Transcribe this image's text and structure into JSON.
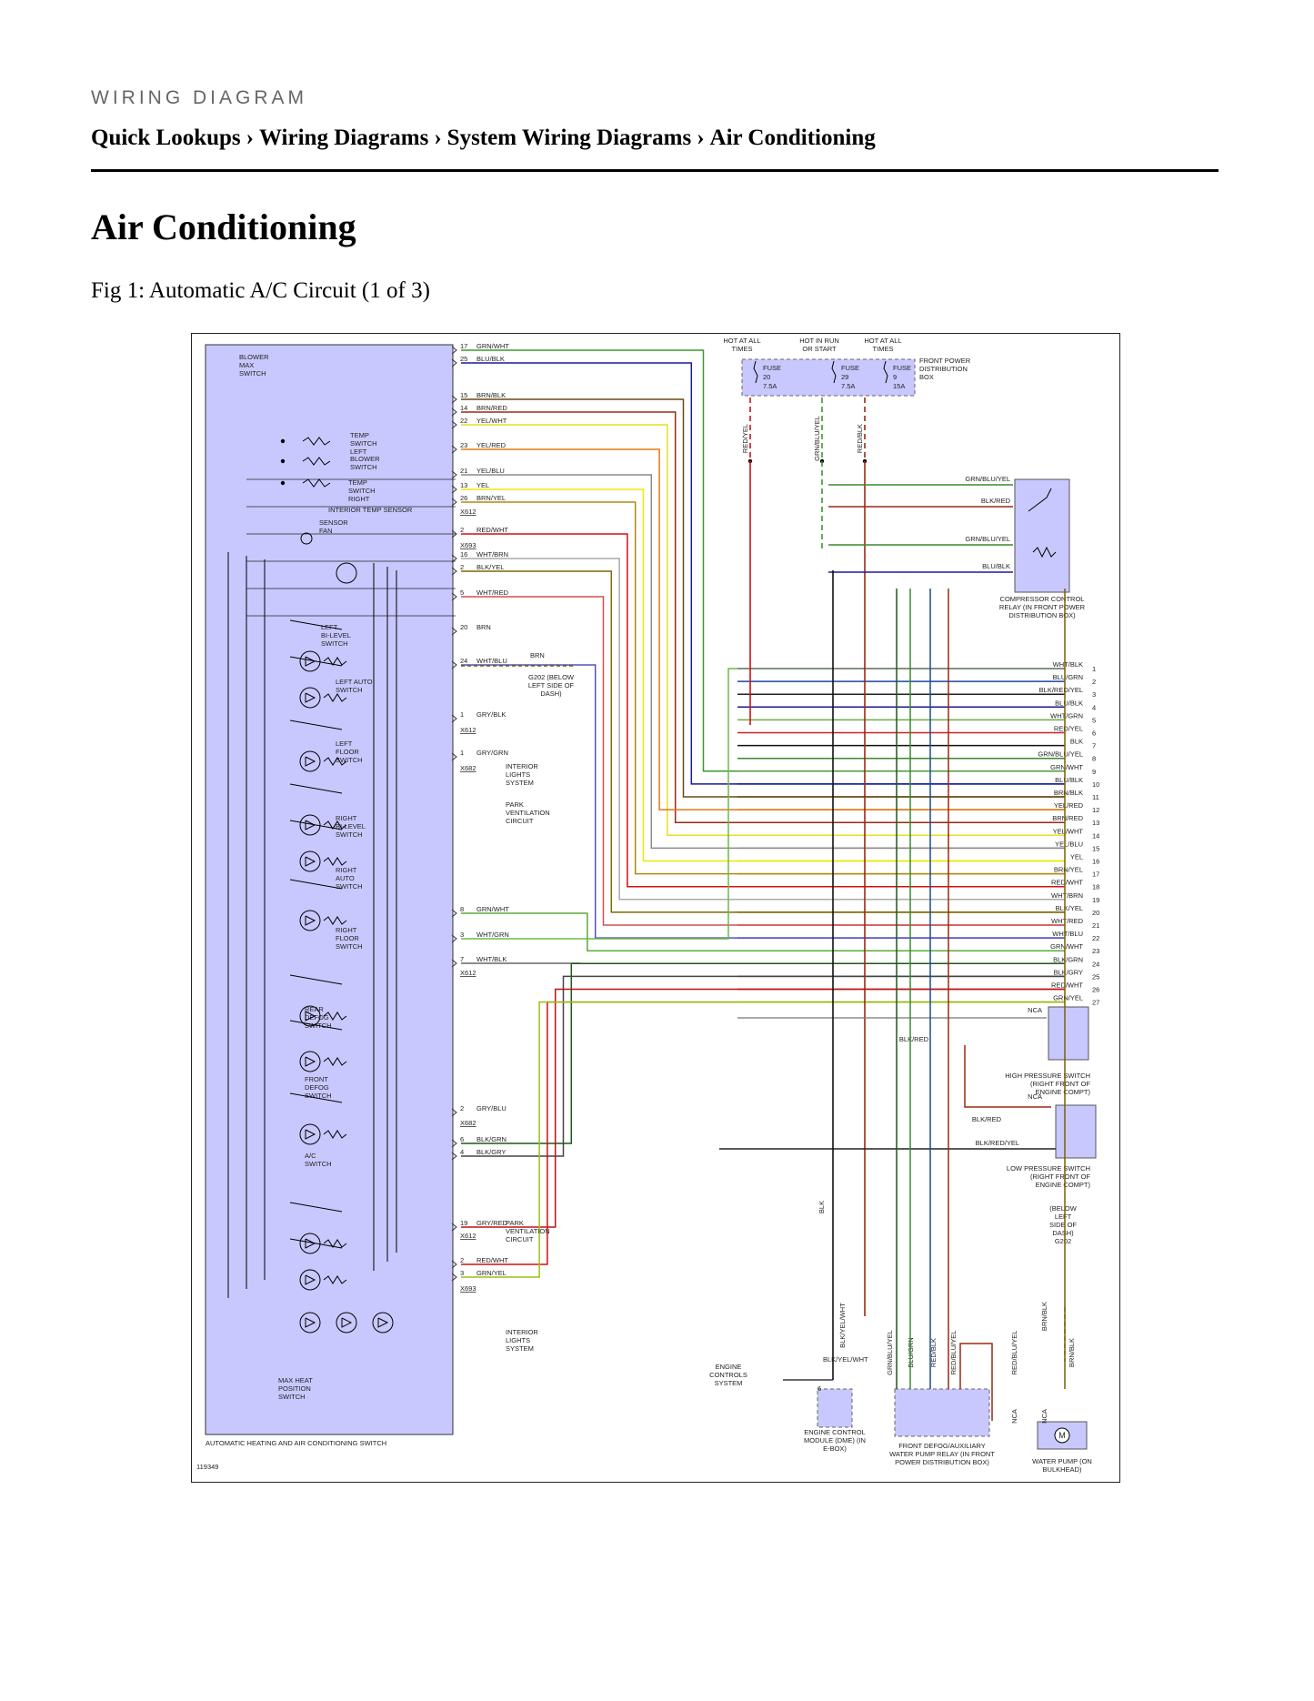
{
  "header": {
    "eyebrow": "WIRING DIAGRAM",
    "breadcrumb": [
      "Quick Lookups",
      "Wiring Diagrams",
      "System Wiring Diagrams",
      "Air Conditioning"
    ],
    "separator": "›"
  },
  "page_title": "Air Conditioning",
  "figure_caption": "Fig 1: Automatic A/C Circuit (1 of 3)",
  "diagram": {
    "panel_fill": "#c8c8ff",
    "figure_id": "119349",
    "module_label": "AUTOMATIC HEATING AND AIR CONDITIONING SWITCH",
    "switch_labels": [
      "BLOWER MAX SWITCH",
      "TEMP SWITCH LEFT",
      "BLOWER SWITCH",
      "TEMP SWITCH RIGHT",
      "INTERIOR TEMP SENSOR",
      "SENSOR FAN",
      "LEFT BI-LEVEL SWITCH",
      "LEFT AUTO SWITCH",
      "LEFT FLOOR SWITCH",
      "RIGHT BI-LEVEL SWITCH",
      "RIGHT AUTO SWITCH",
      "RIGHT FLOOR SWITCH",
      "REAR DEFOG SWITCH",
      "FRONT DEFOG SWITCH",
      "A/C SWITCH",
      "MAX HEAT POSITION SWITCH"
    ],
    "left_pins": [
      {
        "pin": "17",
        "wire": "GRN/WHT",
        "color": "#3a9a2a"
      },
      {
        "pin": "25",
        "wire": "BLU/BLK",
        "color": "#1a1a9a"
      },
      {
        "pin": "15",
        "wire": "BRN/BLK",
        "color": "#6b4a10"
      },
      {
        "pin": "14",
        "wire": "BRN/RED",
        "color": "#9a2a10"
      },
      {
        "pin": "22",
        "wire": "YEL/WHT",
        "color": "#e6e020"
      },
      {
        "pin": "23",
        "wire": "YEL/RED",
        "color": "#e07a10"
      },
      {
        "pin": "21",
        "wire": "YEL/BLU",
        "color": "#8a8a8a"
      },
      {
        "pin": "13",
        "wire": "YEL",
        "color": "#f0e800"
      },
      {
        "pin": "26",
        "wire": "BRN/YEL",
        "color": "#b08a10"
      },
      {
        "pin": "2",
        "wire": "RED/WHT",
        "color": "#d01010"
      },
      {
        "pin": "16",
        "wire": "WHT/BRN",
        "color": "#aaaaaa"
      },
      {
        "pin": "2",
        "wire": "BLK/YEL",
        "color": "#7a6a00"
      },
      {
        "pin": "5",
        "wire": "WHT/RED",
        "color": "#d05050"
      },
      {
        "pin": "20",
        "wire": "BRN",
        "color": "#7a6000"
      },
      {
        "pin": "24",
        "wire": "WHT/BLU",
        "color": "#5050c0"
      },
      {
        "pin": "1",
        "wire": "GRY/BLK",
        "color": "#333333"
      },
      {
        "pin": "1",
        "wire": "GRY/GRN",
        "color": "#3a7a2a"
      },
      {
        "pin": "8",
        "wire": "GRN/WHT",
        "color": "#5aaa3a"
      },
      {
        "pin": "3",
        "wire": "WHT/GRN",
        "color": "#6aba4a"
      },
      {
        "pin": "7",
        "wire": "WHT/BLK",
        "color": "#666666"
      },
      {
        "pin": "2",
        "wire": "GRY/BLU",
        "color": "#2a2a9a"
      },
      {
        "pin": "6",
        "wire": "BLK/GRN",
        "color": "#1a5a1a"
      },
      {
        "pin": "4",
        "wire": "BLK/GRY",
        "color": "#444444"
      },
      {
        "pin": "19",
        "wire": "GRY/RED",
        "color": "#c01010"
      },
      {
        "pin": "2",
        "wire": "RED/WHT",
        "color": "#d01010"
      },
      {
        "pin": "3",
        "wire": "GRN/YEL",
        "color": "#9ac010"
      }
    ],
    "connectors": [
      "X612",
      "X693",
      "X612",
      "X682",
      "X612",
      "X682",
      "X612",
      "X693"
    ],
    "ground_label": "G202 (BELOW LEFT SIDE OF DASH)",
    "circuit_refs": [
      "INTERIOR LIGHTS SYSTEM",
      "PARK VENTILATION CIRCUIT",
      "PARK VENTILATION CIRCUIT",
      "INTERIOR LIGHTS SYSTEM"
    ],
    "fuse_labels": [
      "HOT AT ALL TIMES",
      "HOT IN RUN OR START",
      "HOT AT ALL TIMES"
    ],
    "fuses": [
      {
        "name": "FUSE",
        "number": "20",
        "rating": "7.5A"
      },
      {
        "name": "FUSE",
        "number": "29",
        "rating": "7.5A"
      },
      {
        "name": "FUSE",
        "number": "9",
        "rating": "15A"
      }
    ],
    "fuse_wires": [
      "RED/YEL",
      "GRN/BLU/YEL",
      "RED/BLK"
    ],
    "power_box_label": "FRONT POWER DISTRIBUTION BOX",
    "relay_wires": [
      "GRN/BLU/YEL",
      "BLK/RED",
      "GRN/BLU/YEL",
      "BLU/BLK"
    ],
    "relay_label": "COMPRESSOR CONTROL RELAY (IN FRONT POWER DISTRIBUTION BOX)",
    "right_pins": [
      {
        "n": "1",
        "wire": "WHT/BLK",
        "color": "#777777"
      },
      {
        "n": "2",
        "wire": "BLU/GRN",
        "color": "#1a4a9a"
      },
      {
        "n": "3",
        "wire": "BLK/RED/YEL",
        "color": "#222222"
      },
      {
        "n": "4",
        "wire": "BLU/BLK",
        "color": "#1a1a8a"
      },
      {
        "n": "5",
        "wire": "WHT/GRN",
        "color": "#6aaa4a"
      },
      {
        "n": "6",
        "wire": "RED/YEL",
        "color": "#d02020"
      },
      {
        "n": "7",
        "wire": "BLK",
        "color": "#111111"
      },
      {
        "n": "8",
        "wire": "GRN/BLU/YEL",
        "color": "#3a8a2a"
      },
      {
        "n": "9",
        "wire": "GRN/WHT",
        "color": "#4a9a3a"
      },
      {
        "n": "10",
        "wire": "BLU/BLK",
        "color": "#1a1a9a"
      },
      {
        "n": "11",
        "wire": "BRN/BLK",
        "color": "#6b4a10"
      },
      {
        "n": "12",
        "wire": "YEL/RED",
        "color": "#e07a10"
      },
      {
        "n": "13",
        "wire": "BRN/RED",
        "color": "#9a2a10"
      },
      {
        "n": "14",
        "wire": "YEL/WHT",
        "color": "#e6e020"
      },
      {
        "n": "15",
        "wire": "YEL/BLU",
        "color": "#8a8a8a"
      },
      {
        "n": "16",
        "wire": "YEL",
        "color": "#f0e800"
      },
      {
        "n": "17",
        "wire": "BRN/YEL",
        "color": "#b08a10"
      },
      {
        "n": "18",
        "wire": "RED/WHT",
        "color": "#d01010"
      },
      {
        "n": "19",
        "wire": "WHT/BRN",
        "color": "#aaaaaa"
      },
      {
        "n": "20",
        "wire": "BLK/YEL",
        "color": "#7a6a00"
      },
      {
        "n": "21",
        "wire": "WHT/RED",
        "color": "#d05050"
      },
      {
        "n": "22",
        "wire": "WHT/BLU",
        "color": "#5050c0"
      },
      {
        "n": "23",
        "wire": "GRN/WHT",
        "color": "#5aaa3a"
      },
      {
        "n": "24",
        "wire": "BLK/GRN",
        "color": "#1a5a1a"
      },
      {
        "n": "25",
        "wire": "BLK/GRY",
        "color": "#444444"
      },
      {
        "n": "26",
        "wire": "RED/WHT",
        "color": "#c01010"
      },
      {
        "n": "27",
        "wire": "GRN/YEL",
        "color": "#9ac010"
      }
    ],
    "pressure_wires": [
      "NCA",
      "BLK/RED",
      "NCA",
      "BLK/RED",
      "BLK/RED/YEL"
    ],
    "high_pressure_label": "HIGH PRESSURE SWITCH (RIGHT FRONT OF ENGINE COMPT)",
    "low_pressure_label": "LOW PRESSURE SWITCH (RIGHT FRONT OF ENGINE COMPT)",
    "ground2_label": "(BELOW LEFT SIDE OF DASH) G202",
    "bottom_wires": [
      "BLK",
      "BLK/YEL/WHT",
      "BLK/YEL/WHT",
      "6",
      "GRN/BLU/YEL",
      "BLU/GRN",
      "RED/BLK",
      "RED/BLU/YEL",
      "RED/BLU/YEL",
      "BRN/BLK",
      "BRN/BLK",
      "NCA",
      "NCA"
    ],
    "engine_controls": "ENGINE CONTROLS SYSTEM",
    "ecm_label": "ENGINE CONTROL MODULE (DME) (IN E-BOX)",
    "pump_relay_label": "FRONT DEFOG/AUXILIARY WATER PUMP RELAY (IN FRONT POWER DISTRIBUTION BOX)",
    "pump_label": "WATER PUMP (ON BULKHEAD)",
    "motor_symbol": "M"
  }
}
